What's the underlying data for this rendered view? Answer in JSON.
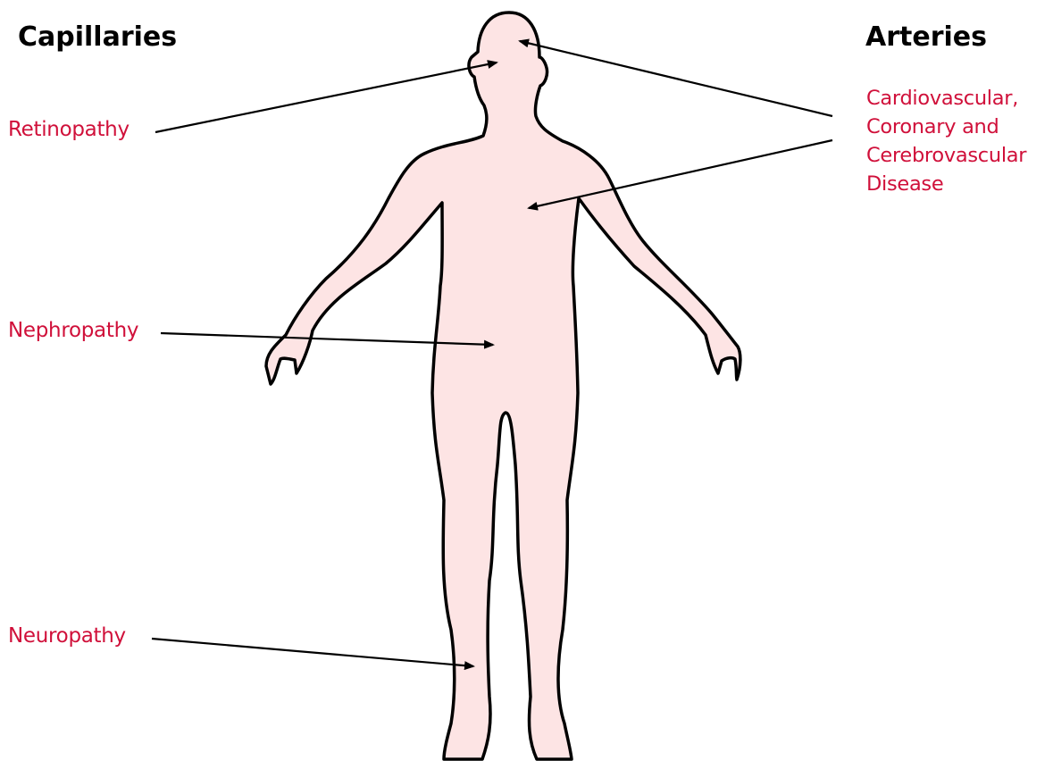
{
  "headings": {
    "capillaries": "Capillaries",
    "arteries": "Arteries"
  },
  "labels": {
    "retinopathy": "Retinopathy",
    "nephropathy": "Nephropathy",
    "neuropathy": "Neuropathy",
    "cardiovascular_lines": [
      "Cardiovascular,",
      "Coronary and",
      "Cerebrovascular",
      "Disease"
    ]
  },
  "colors": {
    "label_text": "#d0103a",
    "heading_text": "#000000",
    "body_fill": "#fde4e4",
    "body_outline": "#000000",
    "pointer": "#000000"
  },
  "icons": {
    "figure": "human-body-outline",
    "pointers": "arrow"
  }
}
